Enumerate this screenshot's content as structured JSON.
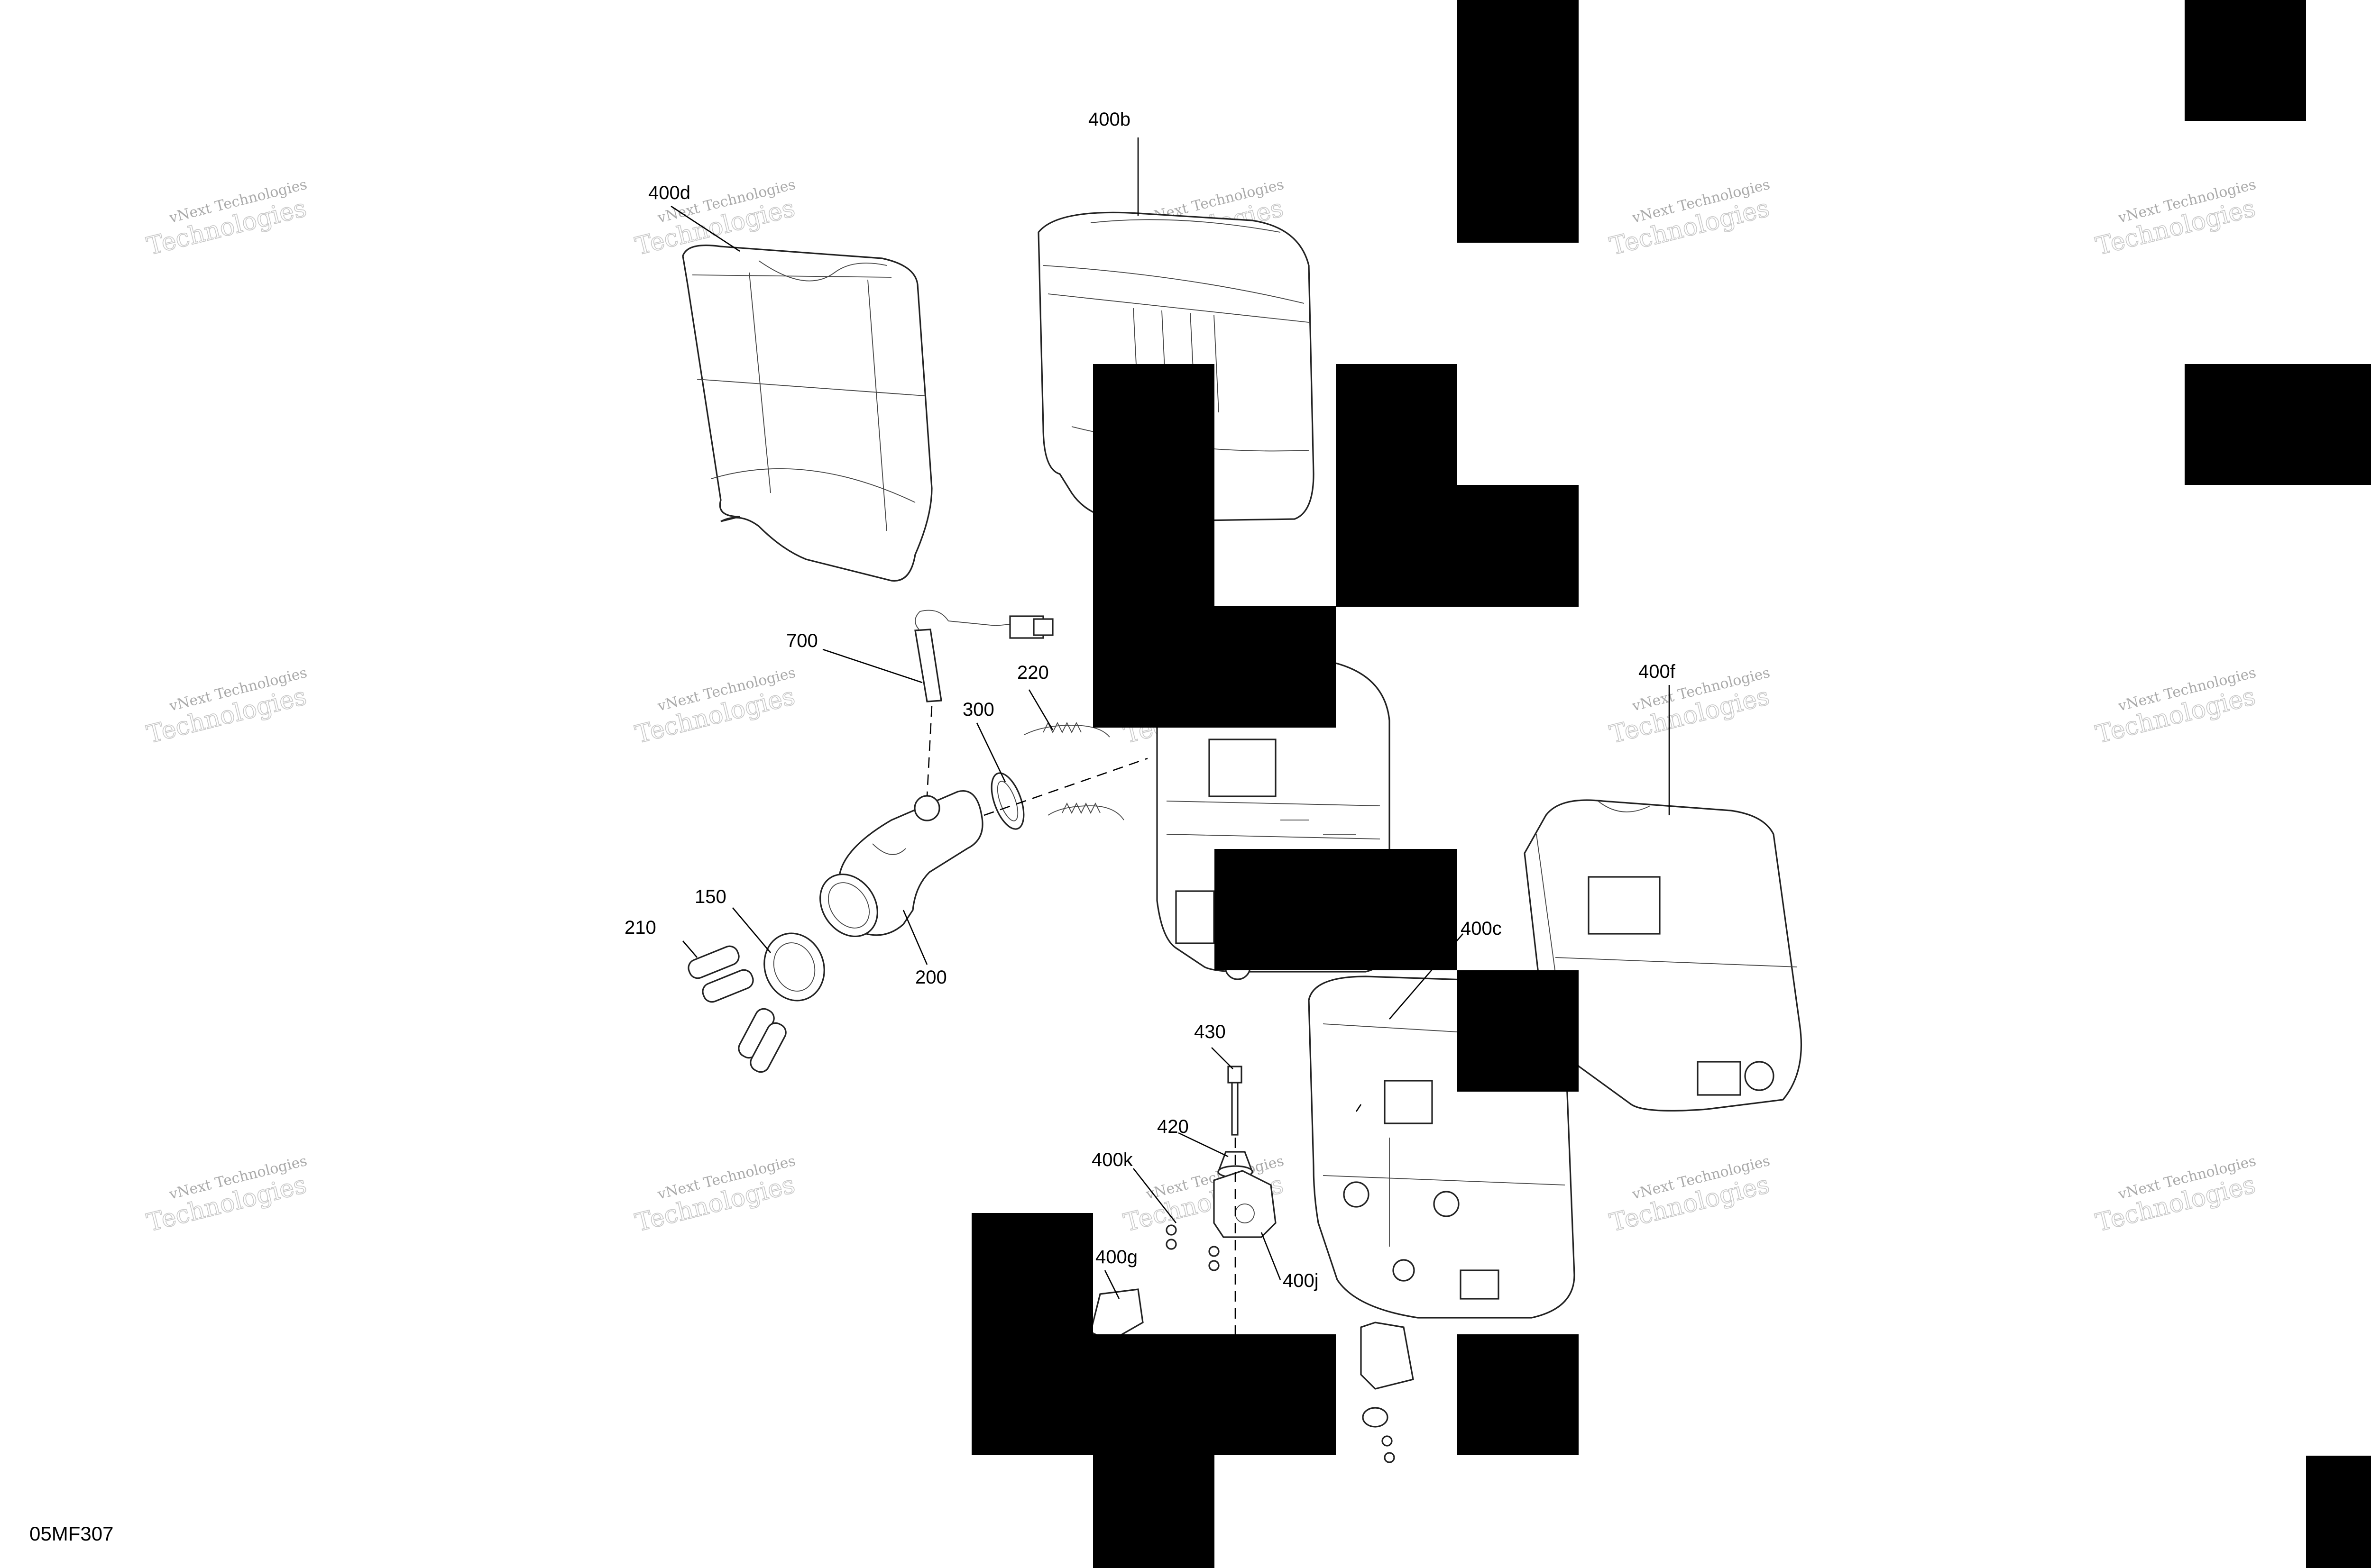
{
  "figure_code": "05MF307",
  "watermark": {
    "line1": "vNext Technologies",
    "line2": "Technologies"
  },
  "callouts": {
    "c400b": "400b",
    "c400d": "400d",
    "c700": "700",
    "c220": "220",
    "c300": "300",
    "c400f": "400f",
    "c150": "150",
    "c210": "210",
    "c200": "200",
    "c400c": "400c",
    "c430": "430",
    "c420": "420",
    "c400k": "400k",
    "c400g": "400g",
    "c400j": "400j"
  }
}
